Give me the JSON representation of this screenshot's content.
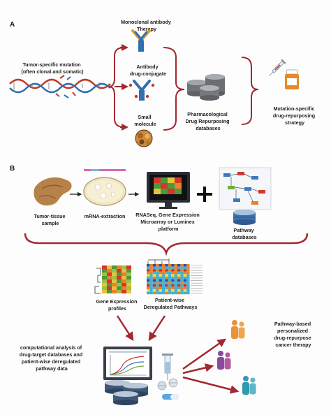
{
  "panel_a": {
    "letter": "A",
    "mutation_label": [
      "Tumor-specific mutation",
      "(often clonal and somatic)"
    ],
    "monoclonal_label": [
      "Monoclonal antibody",
      "Therapy"
    ],
    "adc_label": [
      "Antibody",
      "drug-conjugate"
    ],
    "small_molecule_label": [
      "Small",
      "molecule"
    ],
    "databases_label": [
      "Pharmacological",
      "Drug Repurposing",
      "databases"
    ],
    "strategy_label": [
      "Mutation-specific",
      "drug-repurposing",
      "strategy"
    ]
  },
  "panel_b": {
    "letter": "B",
    "tissue_label": [
      "Tumor-tissue",
      "sample"
    ],
    "mrna_label": [
      "mRNA-extraction"
    ],
    "rnaseq_label": [
      "RNASeq, Gene Expression",
      "Microarray or Luminex",
      "platform"
    ],
    "pathway_db_label": [
      "Pathway",
      "databases"
    ],
    "profiles_label": [
      "Gene Expression",
      "profiles"
    ],
    "deregulated_label": [
      "Patient-wise",
      "Deregulated Pathways"
    ],
    "computational_label": [
      "computational analysis of",
      "drug-target databases and",
      "patient-wise deregulated",
      "pathway data"
    ],
    "therapy_label": [
      "Pathway-based",
      "personalized",
      "drug-repurpose",
      "cancer therapy"
    ]
  },
  "colors": {
    "arrow_red": "#a3282f",
    "antibody_blue": "#2f6fb2",
    "antibody_orange": "#e59a2a",
    "database_gray": "#707478",
    "heatmap_red": "#d2382b",
    "heatmap_green": "#4a9a3c"
  }
}
